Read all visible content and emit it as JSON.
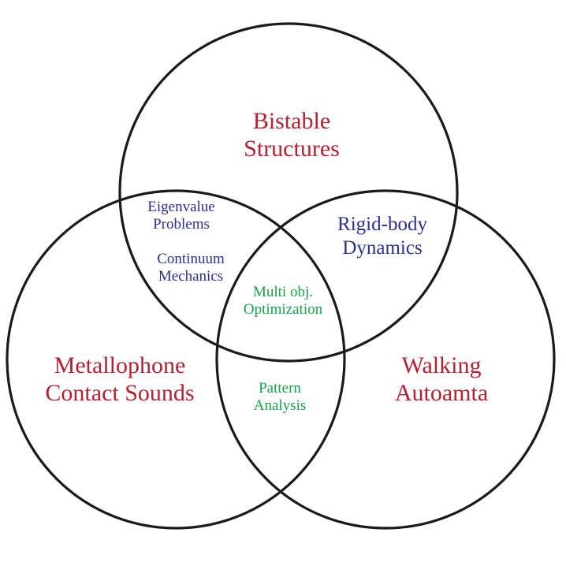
{
  "diagram": {
    "type": "venn-3",
    "colors": {
      "circle_stroke": "#1a1a1a",
      "major_label": "#b5212f",
      "pairwise_label": "#2b2f8f",
      "overlap_label": "#16a34a"
    },
    "sets": [
      {
        "name": "bistable",
        "label_lines": [
          "Bistable",
          "Structures"
        ]
      },
      {
        "name": "metallophone",
        "label_lines": [
          "Metallophone",
          "Contact Sounds"
        ]
      },
      {
        "name": "walking",
        "label_lines": [
          "Walking",
          "Autoamta"
        ]
      }
    ],
    "intersections": {
      "bistable_metallophone": [
        {
          "lines": [
            "Eigenvalue",
            "Problems"
          ]
        },
        {
          "lines": [
            "Continuum",
            "Mechanics"
          ]
        }
      ],
      "bistable_walking": [
        {
          "lines": [
            "Rigid-body",
            "Dynamics"
          ]
        }
      ],
      "metallophone_walking": [
        {
          "lines": [
            "Pattern",
            "Analysis"
          ]
        }
      ],
      "all_three": [
        {
          "lines": [
            "Multi obj.",
            "Optimization"
          ]
        }
      ]
    }
  }
}
